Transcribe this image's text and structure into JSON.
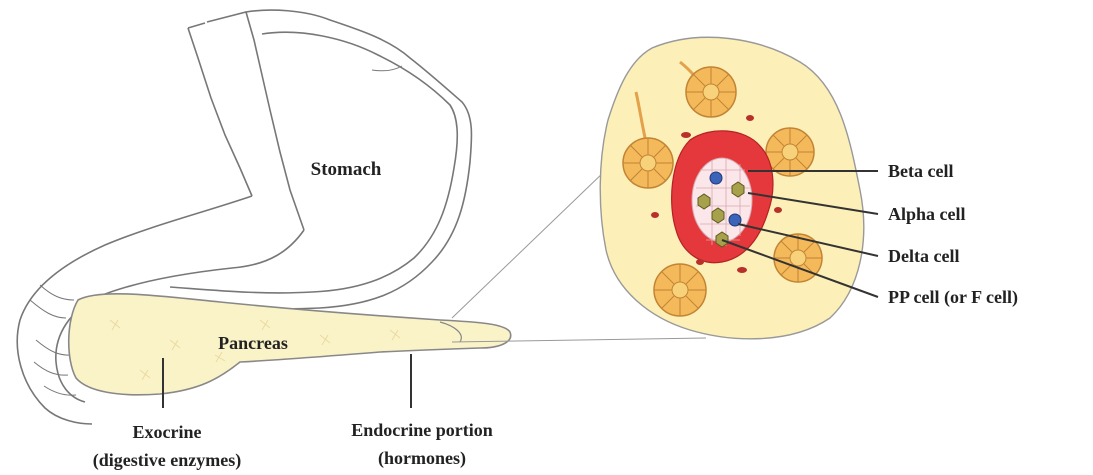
{
  "labels": {
    "stomach": "Stomach",
    "pancreas": "Pancreas",
    "exocrine_line1": "Exocrine",
    "exocrine_line2": "(digestive enzymes)",
    "endocrine_line1": "Endocrine portion",
    "endocrine_line2": "(hormones)",
    "beta": "Beta cell",
    "alpha": "Alpha cell",
    "delta": "Delta cell",
    "pp": "PP cell (or F cell)"
  },
  "colors": {
    "outline": "#777777",
    "pancreas_fill": "#fbf3c8",
    "islet_bg": "#fcefb8",
    "acinus_fill": "#f4b95a",
    "acinus_core": "#f7d27a",
    "alpha_red": "#e4383c",
    "islet_white": "#fbe7ea",
    "delta_blue": "#3b63b8",
    "pp_olive": "#a6a14a",
    "vessel": "#e3a14c",
    "rbc": "#b7302a",
    "leader": "#333333"
  }
}
